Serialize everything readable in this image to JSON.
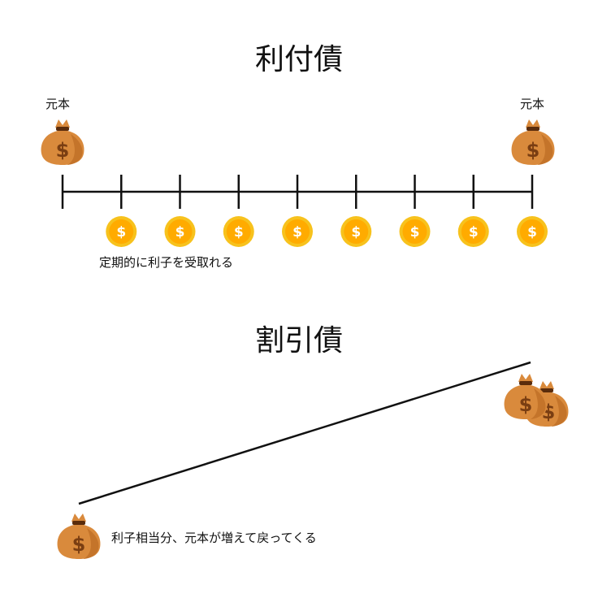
{
  "coupon_bond": {
    "title": "利付債",
    "principal_label_left": "元本",
    "principal_label_right": "元本",
    "coin_symbol": "$",
    "coin_count": 8,
    "interest_caption": "定期的に利子を受取れる"
  },
  "discount_bond": {
    "title": "割引債",
    "bag_symbol": "$",
    "caption": "利子相当分、元本が増えて戻ってくる"
  },
  "colors": {
    "bag_main": "#d98a3c",
    "bag_shadow": "#c4742a",
    "bag_symbol": "#7a3e12",
    "bag_tie": "#5a2c0c",
    "coin_outer": "#f7c21d",
    "coin_inner": "#ffab00",
    "line": "#111111"
  },
  "icons": [
    "money-bag-icon",
    "coin-icon"
  ]
}
